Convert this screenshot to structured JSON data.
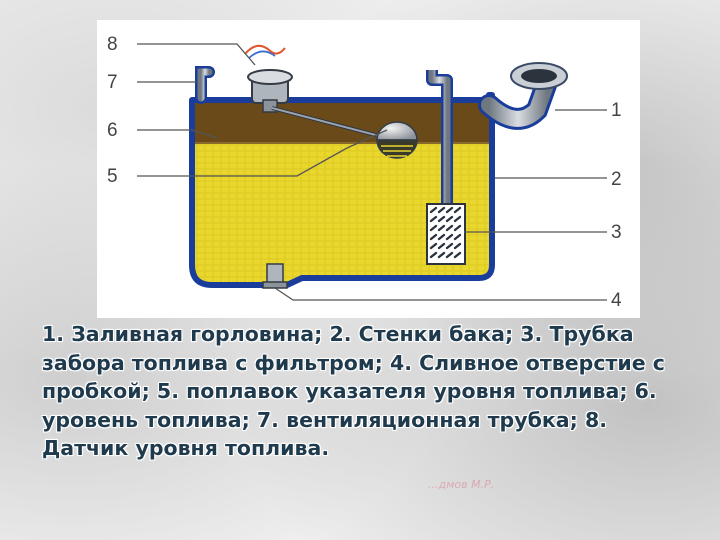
{
  "diagram": {
    "callouts": [
      "1",
      "2",
      "3",
      "4",
      "5",
      "6",
      "7",
      "8"
    ]
  },
  "caption": "1. Заливная горловина; 2. Стенки бака; 3. Трубка забора топлива с фильтром; 4. Сливное отверстие с пробкой; 5. поплавок указателя уровня топлива; 6. уровень топлива; 7. вентиляционная трубка; 8. Датчик уровня топлива.",
  "watermark": "...дмов М.Р.",
  "colors": {
    "tank_wall": "#1a3d9c",
    "fuel": "#e9d72e",
    "fuel_surface": "#6b4a1a",
    "pipe": "#9aa3ad",
    "text": "#1f3a4d"
  }
}
